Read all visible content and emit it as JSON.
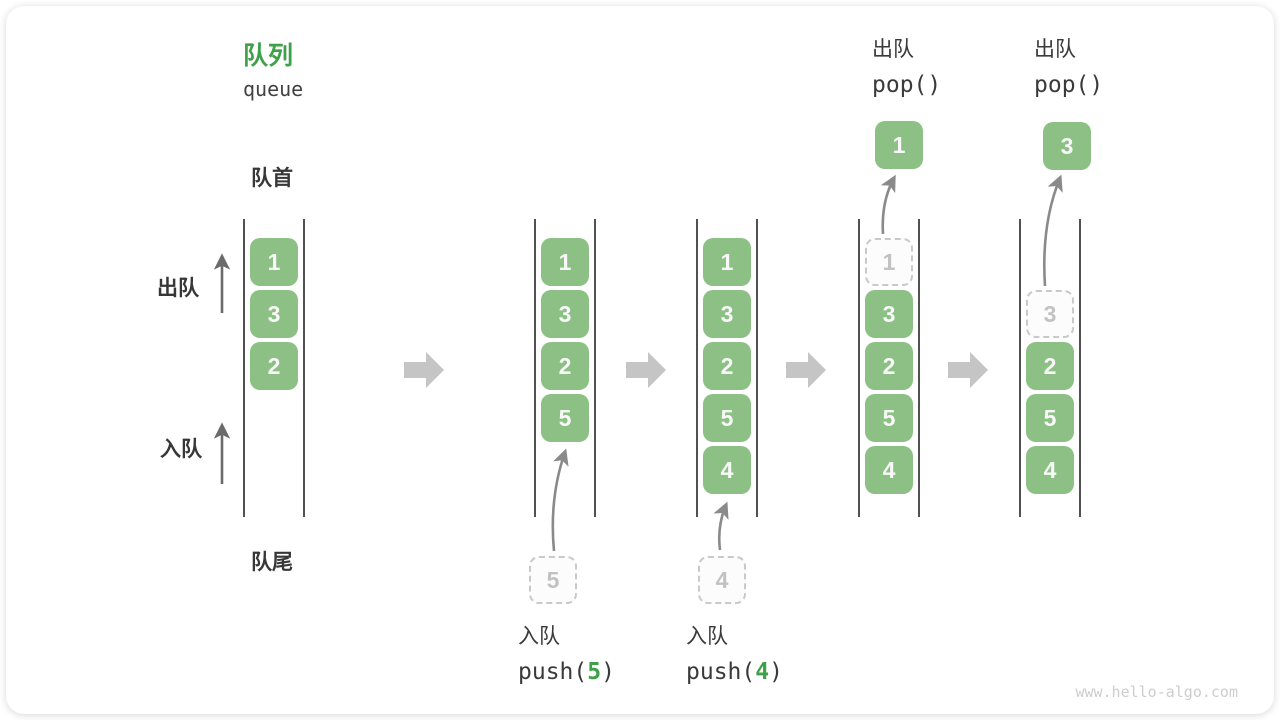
{
  "title": {
    "zh": "队列",
    "en": "queue"
  },
  "labels": {
    "front": "队首",
    "rear": "队尾",
    "dequeue_side": "出队",
    "enqueue_side": "入队"
  },
  "colors": {
    "green_box": "#8cc085",
    "title_green": "#3ea049",
    "rail": "#515151",
    "block_arrow": "#c5c5c5",
    "curve_arrow": "#8a8a8a",
    "side_arrow": "#6b6b6b",
    "dashed_border": "#c9c9c9",
    "dashed_text": "#c2c2c2",
    "watermark": "#cdcdcd"
  },
  "icons": {
    "flow_arrow": "block-right-arrow",
    "direction_arrow": "thin-up-arrow",
    "transfer_arrow": "curved-up-arrow"
  },
  "states": [
    {
      "column": 1,
      "cells": [
        {
          "row": 1,
          "value": "1",
          "type": "solid"
        },
        {
          "row": 2,
          "value": "3",
          "type": "solid"
        },
        {
          "row": 3,
          "value": "2",
          "type": "solid"
        }
      ]
    },
    {
      "column": 2,
      "cells": [
        {
          "row": 1,
          "value": "1",
          "type": "solid"
        },
        {
          "row": 2,
          "value": "3",
          "type": "solid"
        },
        {
          "row": 3,
          "value": "2",
          "type": "solid"
        },
        {
          "row": 4,
          "value": "5",
          "type": "solid"
        }
      ],
      "staged": "5",
      "op": {
        "zh": "入队",
        "fn": "push(",
        "arg": "5",
        "close": ")"
      }
    },
    {
      "column": 3,
      "cells": [
        {
          "row": 1,
          "value": "1",
          "type": "solid"
        },
        {
          "row": 2,
          "value": "3",
          "type": "solid"
        },
        {
          "row": 3,
          "value": "2",
          "type": "solid"
        },
        {
          "row": 4,
          "value": "5",
          "type": "solid"
        },
        {
          "row": 5,
          "value": "4",
          "type": "solid"
        }
      ],
      "staged": "4",
      "op": {
        "zh": "入队",
        "fn": "push(",
        "arg": "4",
        "close": ")"
      }
    },
    {
      "column": 4,
      "cells": [
        {
          "row": 1,
          "value": "1",
          "type": "dashed"
        },
        {
          "row": 2,
          "value": "3",
          "type": "solid"
        },
        {
          "row": 3,
          "value": "2",
          "type": "solid"
        },
        {
          "row": 4,
          "value": "5",
          "type": "solid"
        },
        {
          "row": 5,
          "value": "4",
          "type": "solid"
        }
      ],
      "popped": "1",
      "op": {
        "zh": "出队",
        "fn": "pop()"
      }
    },
    {
      "column": 5,
      "cells": [
        {
          "row": 2,
          "value": "3",
          "type": "dashed"
        },
        {
          "row": 3,
          "value": "2",
          "type": "solid"
        },
        {
          "row": 4,
          "value": "5",
          "type": "solid"
        },
        {
          "row": 5,
          "value": "4",
          "type": "solid"
        }
      ],
      "popped": "3",
      "op": {
        "zh": "出队",
        "fn": "pop()"
      }
    }
  ],
  "watermark": "www.hello-algo.com"
}
